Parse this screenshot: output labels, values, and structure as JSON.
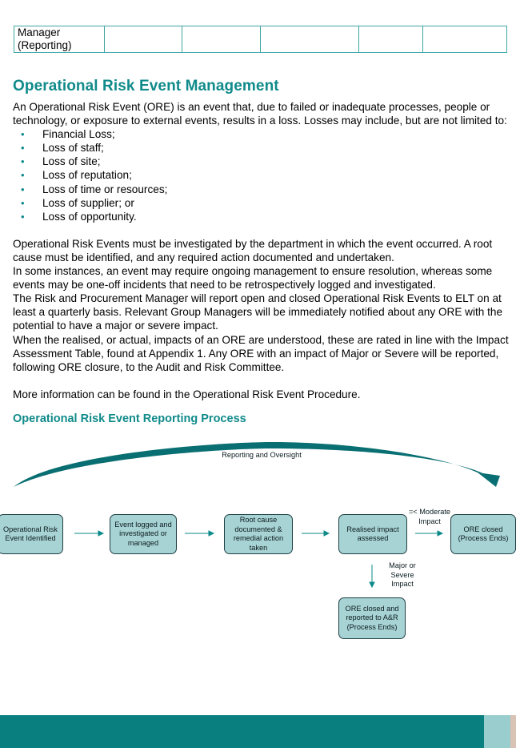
{
  "table_fragment": {
    "first_cell": "Manager\n(Reporting)"
  },
  "section": {
    "title": "Operational Risk Event Management",
    "intro": "An Operational Risk Event (ORE) is an event that, due to failed or inadequate processes, people or technology, or exposure to external events, results in a loss. Losses may include, but are not limited to:",
    "bullet_char": "•",
    "losses": [
      "Financial Loss;",
      "Loss of staff;",
      "Loss of site;",
      "Loss of reputation;",
      "Loss of time or resources;",
      "Loss of supplier; or",
      "Loss of opportunity."
    ],
    "para1": "Operational Risk Events must be investigated by the department in which the event occurred. A root cause must be identified, and any required action documented and undertaken.",
    "para2": "In some instances, an event may require ongoing management to ensure resolution, whereas some events may be one-off incidents that need to be retrospectively logged and investigated.",
    "para3": "The Risk and Procurement Manager will report open and closed Operational Risk Events to ELT on at least a quarterly basis. Relevant Group Managers will be immediately notified about any ORE with the potential to have a major or severe impact.",
    "para4": "When the realised, or actual, impacts of an ORE are understood, these are rated in line with the Impact Assessment Table, found at Appendix 1. Any ORE with an impact of Major or Severe will be reported, following ORE closure, to the Audit and Risk Committee.",
    "more_info": "More information can be found in the Operational Risk Event Procedure."
  },
  "process": {
    "title": "Operational Risk Event Reporting Process",
    "arc_label": "Reporting and Oversight",
    "steps": [
      "Operational Risk\nEvent Identified",
      "Event logged and\ninvestigated or\nmanaged",
      "Root cause\ndocumented &\nremedial action\ntaken",
      "Realised impact\nassessed",
      "ORE closed\n(Process Ends)",
      "ORE closed and\nreported to A&R\n(Process Ends)"
    ],
    "moderate_label": "=< Moderate\nImpact",
    "major_label": "Major or\nSevere\nImpact"
  },
  "colors": {
    "accent": "#108a8a",
    "box_fill": "#a8d3d4",
    "footer": "#0a7f80"
  }
}
